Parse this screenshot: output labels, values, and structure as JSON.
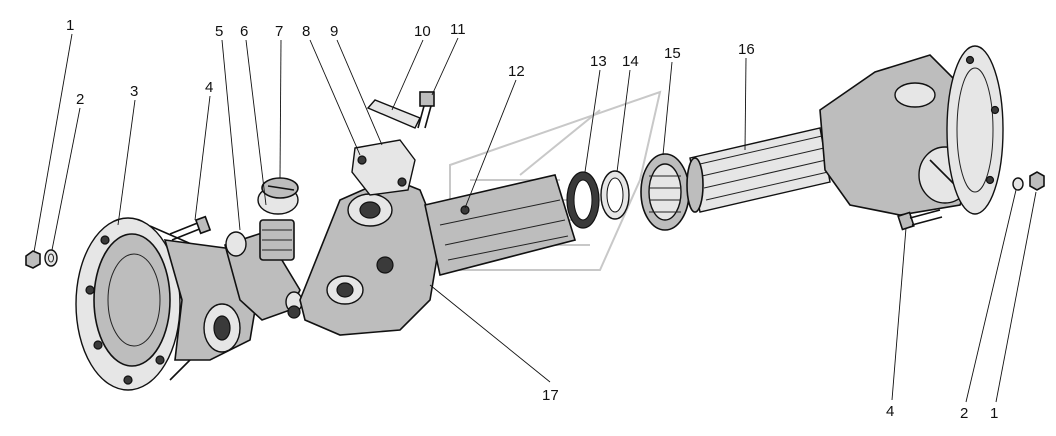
{
  "callouts": [
    {
      "id": "c1a",
      "label": "1"
    },
    {
      "id": "c2a",
      "label": "2"
    },
    {
      "id": "c3",
      "label": "3"
    },
    {
      "id": "c4a",
      "label": "4"
    },
    {
      "id": "c5",
      "label": "5"
    },
    {
      "id": "c6",
      "label": "6"
    },
    {
      "id": "c7",
      "label": "7"
    },
    {
      "id": "c8",
      "label": "8"
    },
    {
      "id": "c9",
      "label": "9"
    },
    {
      "id": "c10",
      "label": "10"
    },
    {
      "id": "c11",
      "label": "11"
    },
    {
      "id": "c12",
      "label": "12"
    },
    {
      "id": "c13",
      "label": "13"
    },
    {
      "id": "c14",
      "label": "14"
    },
    {
      "id": "c15",
      "label": "15"
    },
    {
      "id": "c16",
      "label": "16"
    },
    {
      "id": "c17",
      "label": "17"
    },
    {
      "id": "c4b",
      "label": "4"
    },
    {
      "id": "c2b",
      "label": "2"
    },
    {
      "id": "c1b",
      "label": "1"
    }
  ]
}
